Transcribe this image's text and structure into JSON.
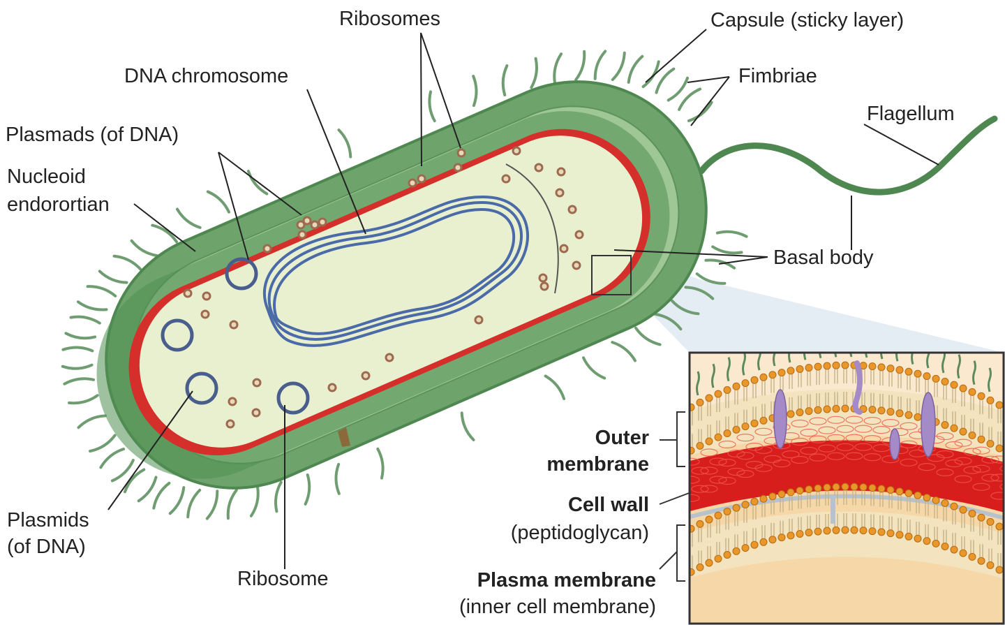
{
  "labels": {
    "ribosomes": "Ribosomes",
    "capsule": "Capsule (sticky layer)",
    "dna_chromosome": "DNA chromosome",
    "fimbriae": "Fimbriae",
    "flagellum": "Flagellum",
    "plasmads": "Plasmads (of DNA)",
    "nucleoid_1": "Nucleoid",
    "nucleoid_2": "endorortian",
    "basal_body": "Basal body",
    "outer_membrane_1": "Outer",
    "outer_membrane_2": "membrane",
    "cell_wall": "Cell wall",
    "peptidoglycan": "(peptidoglycan)",
    "plasmids_1": "Plasmids",
    "plasmids_2": "(of DNA)",
    "ribosome": "Ribosome",
    "plasma_membrane": "Plasma membrane",
    "inner_membrane": "(inner cell membrane)"
  },
  "colors": {
    "capsule": "#6fa36c",
    "capsule_light": "#a9cfa0",
    "cell_wall": "#d42f2a",
    "cytoplasm": "#e9f0cf",
    "dna": "#4a6aa8",
    "ribosome": "#9c6a4e",
    "lipid_head": "#e9962a",
    "inset_wall": "#d81d1d",
    "protein": "#a58ac8"
  }
}
